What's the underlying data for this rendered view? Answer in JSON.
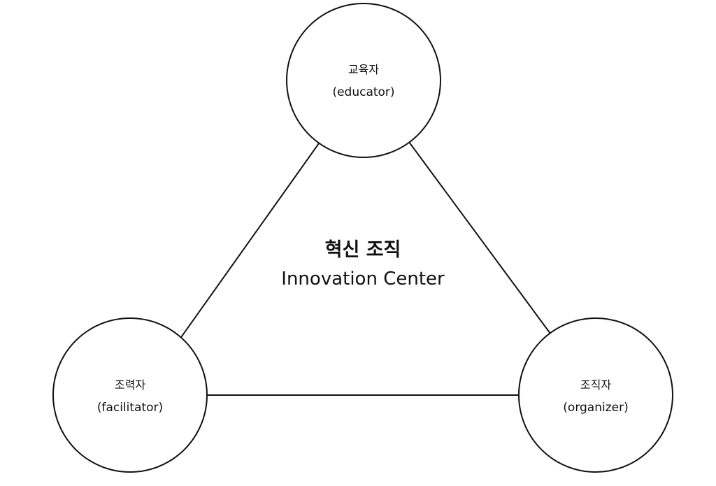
{
  "center": {
    "title": "혁신 조직",
    "subtitle": "Innovation Center"
  },
  "nodes": [
    {
      "id": "educator",
      "label": "교육자",
      "sublabel": "(educator)"
    },
    {
      "id": "facilitator",
      "label": "조력자",
      "sublabel": "(facilitator)"
    },
    {
      "id": "organizer",
      "label": "조직자",
      "sublabel": "(organizer)"
    }
  ],
  "edges": [
    {
      "from": "educator",
      "to": "facilitator"
    },
    {
      "from": "educator",
      "to": "organizer"
    },
    {
      "from": "facilitator",
      "to": "organizer"
    }
  ],
  "colors": {
    "stroke": "#111111",
    "fill": "#ffffff",
    "text": "#111111"
  }
}
